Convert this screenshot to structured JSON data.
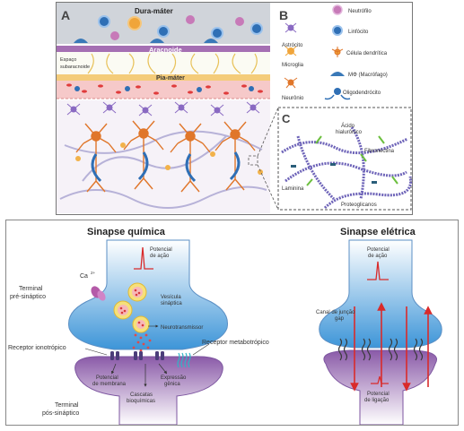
{
  "panel_a": {
    "letter": "A",
    "dura_label": "Dura-máter",
    "arachnoid_label": "Aracnoide",
    "subarachnoid_label_1": "Espaço",
    "subarachnoid_label_2": "subaracnoide",
    "pia_label": "Pia-máter"
  },
  "panel_b": {
    "letter": "B",
    "legend": [
      {
        "label": "Astrócito",
        "icon": "astrocyte-icon"
      },
      {
        "label": "Neutrófilo",
        "icon": "neutrophil-icon"
      },
      {
        "label": "Linfócito",
        "icon": "lymphocyte-icon"
      },
      {
        "label": "Microglia",
        "icon": "microglia-icon"
      },
      {
        "label": "Célula dendrítica",
        "icon": "dendritic-cell-icon"
      },
      {
        "label": "MΦ (Macrófago)",
        "icon": "macrophage-icon"
      },
      {
        "label": "Neurônio",
        "icon": "neuron-icon"
      },
      {
        "label": "Oligodendrócito",
        "icon": "oligodendrocyte-icon"
      }
    ]
  },
  "panel_c": {
    "letter": "C",
    "hyaluronic_1": "Ácido",
    "hyaluronic_2": "hialurônico",
    "fibronectin": "Fibronectina",
    "laminin": "Laminina",
    "proteoglycans": "Proteoglicanos"
  },
  "chemical_synapse": {
    "title": "Sinapse química",
    "action_potential_1": "Potencial",
    "action_potential_2": "de ação",
    "calcium": "Ca",
    "calcium_sup": "2+",
    "presynaptic_1": "Terminal",
    "presynaptic_2": "pré-sináptico",
    "vesicle_1": "Vesícula",
    "vesicle_2": "sináptica",
    "neurotransmitter": "Neurotransmissor",
    "ionotropic": "Receptor ionotrópico",
    "metabotropic": "Receptor metabotrópico",
    "membrane_potential_1": "Potencial",
    "membrane_potential_2": "de membrana",
    "gene_expression_1": "Expressão",
    "gene_expression_2": "gênica",
    "cascades_1": "Cascatas",
    "cascades_2": "bioquímicas",
    "postsynaptic_1": "Terminal",
    "postsynaptic_2": "pós-sináptico"
  },
  "electrical_synapse": {
    "title": "Sinapse elétrica",
    "action_potential_1": "Potencial",
    "action_potential_2": "de ação",
    "gap_junction_1": "Canal de junção",
    "gap_junction_2": "gap",
    "binding_potential_1": "Potencial",
    "binding_potential_2": "de ligação"
  }
}
